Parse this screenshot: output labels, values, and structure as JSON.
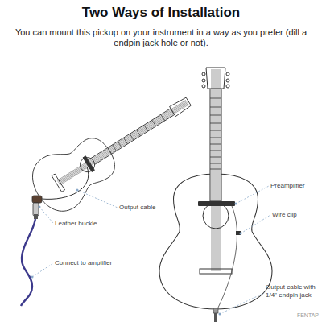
{
  "diagram": {
    "title": "Two Ways of Installation",
    "labels": [
      "You can mount this pickup on your instrument in a way as you prefer (dill a endpin jack hole or not).",
      "Output cable",
      "Leather buckle",
      "Connect to amplifier",
      "Preamplifier",
      "Wire clip",
      "Output cable with 1/4\" endpin jack",
      "FENTAP"
    ]
  }
}
